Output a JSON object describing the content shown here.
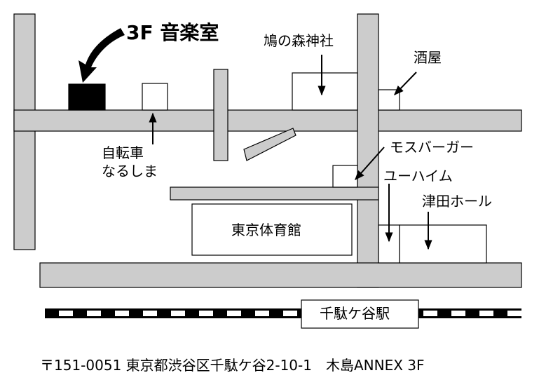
{
  "map": {
    "title_room": "3F 音楽室",
    "landmarks": {
      "shrine": "鳩の森神社",
      "liquor_store": "酒屋",
      "bike_shop_line1": "自転車",
      "bike_shop_line2": "なるしま",
      "mos_burger": "モスバーガー",
      "u_heim": "ユーハイム",
      "tsuda_hall": "津田ホール",
      "gymnasium": "東京体育館",
      "station": "千駄ケ谷駅"
    },
    "address": "〒151-0051 東京都渋谷区千駄ケ谷2-10-1　木島ANNEX 3F",
    "colors": {
      "road": "#cccccc",
      "outline": "#000000",
      "target_building": "#000000",
      "background": "#ffffff"
    }
  }
}
